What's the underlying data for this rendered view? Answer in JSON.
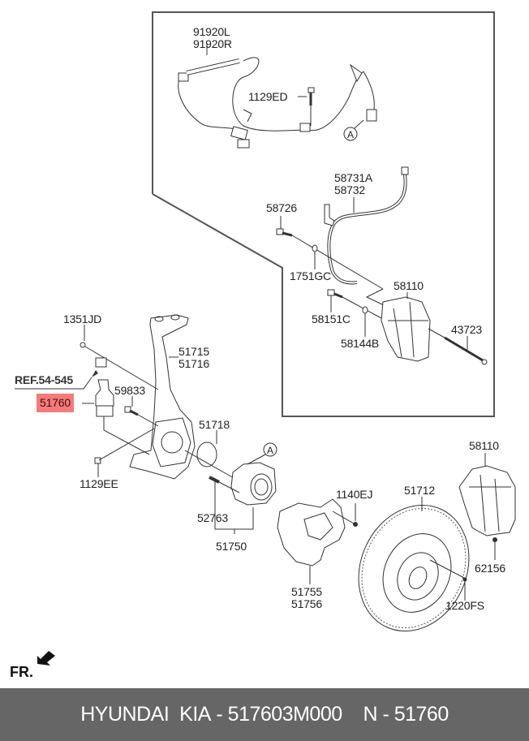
{
  "diagram": {
    "title": "Front Axle / Knuckle Assembly Parts Diagram",
    "labels": {
      "p91920": [
        "91920L",
        "91920R"
      ],
      "p1129ED": "1129ED",
      "callout_a_top": "A",
      "p58731": [
        "58731A",
        "58732"
      ],
      "p58726": "58726",
      "p1751GC": "1751GC",
      "p58110_top": "58110",
      "p58151C": "58151C",
      "p58144B": "58144B",
      "p43723": "43723",
      "p1351JD": "1351JD",
      "p51715": [
        "51715",
        "51716"
      ],
      "ref": "REF.54-545",
      "p51760": "51760",
      "p59833": "59833",
      "p1129EE": "1129EE",
      "p51718": "51718",
      "callout_a_bottom": "A",
      "p52763": "52763",
      "p51750": "51750",
      "p1140EJ": "1140EJ",
      "p51755": [
        "51755",
        "51756"
      ],
      "p51712": "51712",
      "p58110_bottom": "58110",
      "p62156": "62156",
      "p1220FS": "1220FS"
    },
    "highlighted_part": "51760",
    "highlight_color": "#f47b7b",
    "front_indicator": "FR."
  },
  "footer": {
    "brand": "HYUNDAI  KIA",
    "part_number": "517603M000",
    "separator": " - ",
    "ref_prefix": "N",
    "ref_number": "51760",
    "background": "#666666"
  }
}
